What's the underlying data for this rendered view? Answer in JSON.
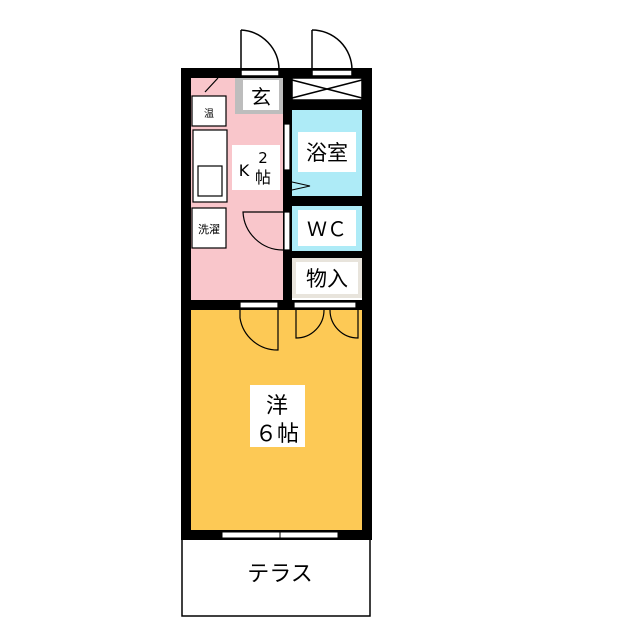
{
  "rooms": {
    "genkan": "玄",
    "kitchen_k": "K",
    "kitchen_size": "2",
    "kitchen_unit": "帖",
    "water_heater": "温",
    "laundry": "洗濯",
    "bath": "浴室",
    "wc": "ＷＣ",
    "storage": "物入",
    "western_room": "洋",
    "western_size": "６帖",
    "terrace": "テラス"
  },
  "colors": {
    "kitchen": "#F9C6CB",
    "genkan": "#BDBDBD",
    "bath": "#AEEBF7",
    "western": "#FDC955",
    "wall": "#000000"
  }
}
